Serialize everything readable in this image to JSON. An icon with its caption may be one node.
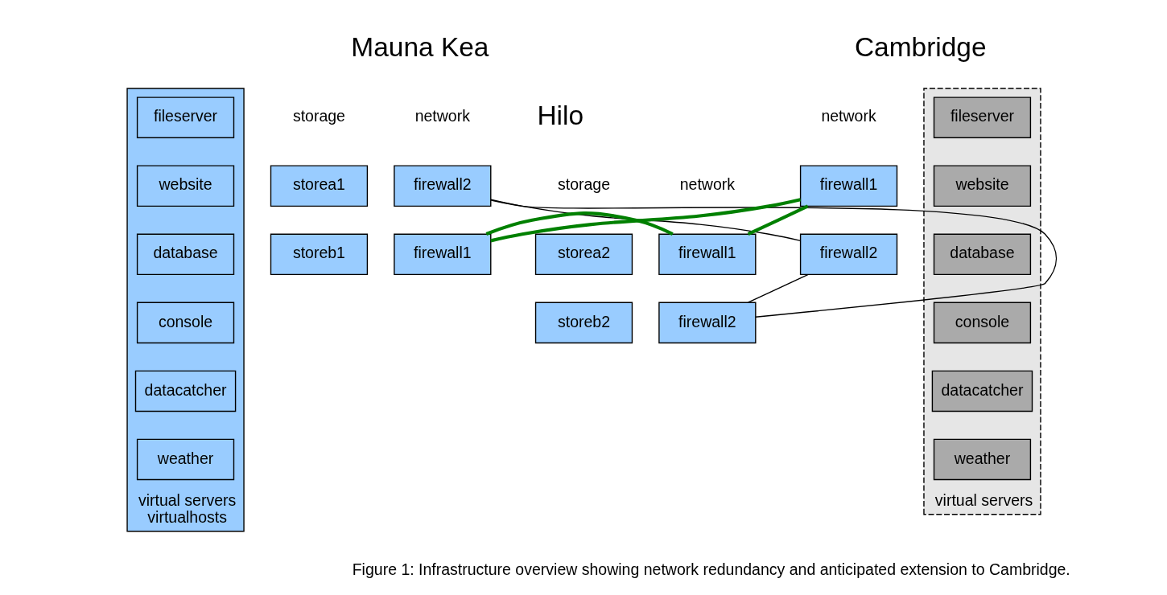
{
  "diagram": {
    "caption": "Figure 1: Infrastructure overview showing network redundancy and anticipated extension to Cambridge.",
    "nodes": [
      {
        "text": [
          "virtual servers",
          "virtualhosts"
        ]
      },
      {
        "text": [
          "fileserver"
        ],
        "in": 0
      },
      {
        "text": [
          "website"
        ],
        "in": 0
      },
      {
        "text": [
          "database"
        ],
        "in": 0
      },
      {
        "text": [
          "console"
        ],
        "in": 0
      },
      {
        "text": [
          "datacatcher"
        ],
        "in": 0
      },
      {
        "text": [
          "weather"
        ],
        "in": 0
      },
      {
        "text": [
          "storea1"
        ]
      },
      {
        "text": [
          "storeb1"
        ]
      },
      {
        "text": [
          "firewall2"
        ]
      },
      {
        "text": [
          "firewall1"
        ]
      },
      {
        "text": [
          "storea2"
        ]
      },
      {
        "text": [
          "storeb2"
        ]
      },
      {
        "text": [
          "firewall1"
        ]
      },
      {
        "text": [
          "firewall2"
        ]
      },
      {
        "text": [
          "firewall1"
        ]
      },
      {
        "text": [
          "firewall2"
        ]
      },
      {
        "text": [
          "virtual servers"
        ]
      },
      {
        "text": [
          "fileserver"
        ],
        "in": 17
      },
      {
        "text": [
          "website"
        ],
        "in": 17
      },
      {
        "text": [
          "database"
        ],
        "in": 17
      },
      {
        "text": [
          "console"
        ],
        "in": 17
      },
      {
        "text": [
          "datacatcher"
        ],
        "in": 17
      },
      {
        "text": [
          "weather"
        ],
        "in": 17
      }
    ],
    "edges": [
      {
        "from": 9,
        "to": 14,
        "arrow": "none"
      },
      {
        "from": 9,
        "to": 16,
        "arrow": "none"
      },
      {
        "from": 16,
        "to": 14,
        "arrow": "none"
      },
      {
        "from": 10,
        "to": 15,
        "arrow": "none",
        "style": "thick",
        "color": "#008000"
      },
      {
        "from": 10,
        "to": 13,
        "arrow": "none",
        "style": "thick",
        "color": "#008000"
      },
      {
        "from": 15,
        "to": 13,
        "arrow": "none",
        "style": "thick",
        "color": "#008000"
      }
    ],
    "labels": [
      "Mauna Kea",
      "storage",
      "network",
      "Cambridge",
      "network",
      "Hilo",
      "storage",
      "network"
    ]
  }
}
